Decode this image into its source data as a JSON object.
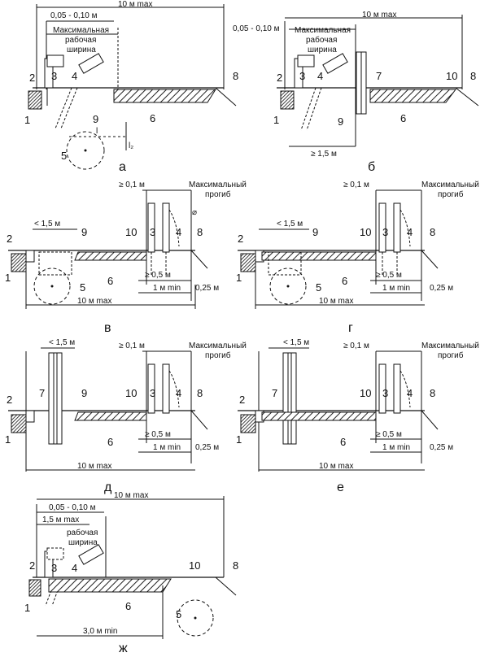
{
  "panels": {
    "a": {
      "caption": "а",
      "dim_total": "10 м max",
      "dim_gap": "0,05 - 0,10 м",
      "work_width": [
        "Максимальная",
        "рабочая",
        "ширина"
      ],
      "nums": {
        "n1": "1",
        "n2": "2",
        "n3": "3",
        "n4": "4",
        "n5": "5",
        "n6": "6",
        "n8": "8",
        "n9": "9"
      },
      "small": {
        "l": "l",
        "lr": "l₂"
      }
    },
    "b": {
      "caption": "б",
      "dim_total": "10 м max",
      "dim_gap": "0,05 - 0,10 м",
      "work_width": [
        "Максимальная",
        "рабочая",
        "ширина"
      ],
      "dim_bottom": "≥ 1,5 м",
      "nums": {
        "n1": "1",
        "n2": "2",
        "n3": "3",
        "n4": "4",
        "n6": "6",
        "n7": "7",
        "n8": "8",
        "n9": "9",
        "n10": "10"
      }
    },
    "v": {
      "caption": "в",
      "dim_top": "≥ 0,1 м",
      "deflection": [
        "Максимальный",
        "прогиб"
      ],
      "dim_left": "< 1,5 м",
      "dim_half": "≥ 0,5 м",
      "dim_1m": "1 м min",
      "dim_025": "0,25 м",
      "dim_total": "10 м max",
      "nums": {
        "n1": "1",
        "n2": "2",
        "n3": "3",
        "n4": "4",
        "n5": "5",
        "n6": "6",
        "n8": "8",
        "n9": "9",
        "n10": "10"
      }
    },
    "g": {
      "caption": "г",
      "dim_top": "≥ 0,1 м",
      "deflection": [
        "Максимальный",
        "прогиб"
      ],
      "dim_left": "< 1,5 м",
      "dim_half": "≥ 0,5 м",
      "dim_1m": "1 м min",
      "dim_025": "0,25 м",
      "dim_total": "10 м max",
      "nums": {
        "n1": "1",
        "n2": "2",
        "n3": "3",
        "n4": "4",
        "n5": "5",
        "n6": "6",
        "n8": "8",
        "n9": "9",
        "n10": "10"
      }
    },
    "d": {
      "caption": "д",
      "dim_top": "≥ 0,1 м",
      "deflection": [
        "Максимальный",
        "прогиб"
      ],
      "dim_left": "< 1,5 м",
      "dim_half": "≥ 0,5 м",
      "dim_1m": "1 м min",
      "dim_025": "0,25 м",
      "dim_total": "10 м max",
      "nums": {
        "n1": "1",
        "n2": "2",
        "n3": "3",
        "n4": "4",
        "n6": "6",
        "n7": "7",
        "n8": "8",
        "n9": "9",
        "n10": "10"
      }
    },
    "e": {
      "caption": "е",
      "dim_top": "≥ 0,1 м",
      "deflection": [
        "Максимальный",
        "прогиб"
      ],
      "dim_left": "< 1,5 м",
      "dim_half": "≥ 0,5 м",
      "dim_1m": "1 м min",
      "dim_025": "0,25 м",
      "dim_total": "10 м max",
      "nums": {
        "n1": "1",
        "n2": "2",
        "n3": "3",
        "n4": "4",
        "n6": "6",
        "n7": "7",
        "n8": "8",
        "n10": "10"
      }
    },
    "zh": {
      "caption": "ж",
      "dim_total": "10 м max",
      "dim_gap": "0,05 - 0,10 м",
      "dim_15": "1,5 м max",
      "work_width": [
        "рабочая",
        "ширина"
      ],
      "dim_bottom": "3,0 м min",
      "nums": {
        "n1": "1",
        "n2": "2",
        "n3": "3",
        "n4": "4",
        "n5": "5",
        "n6": "6",
        "n8": "8",
        "n10": "10"
      }
    }
  }
}
